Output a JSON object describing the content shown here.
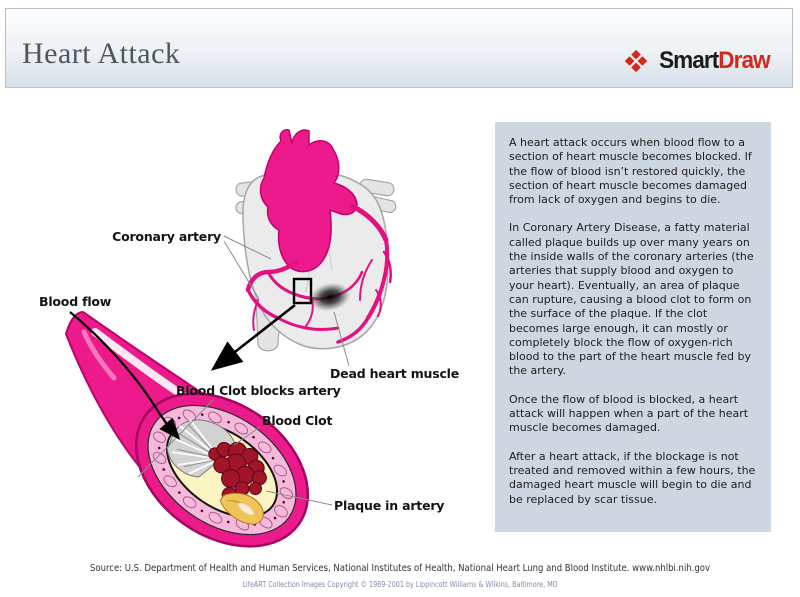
{
  "header": {
    "title": "Heart Attack",
    "logo": {
      "icon": "four-diamonds-icon",
      "brand_first": "Smart",
      "brand_second": "Draw",
      "accent_color": "#d6281a"
    }
  },
  "diagram": {
    "labels": {
      "coronary_artery": "Coronary artery",
      "blood_flow": "Blood flow",
      "clot_blocks": "Blood Clot blocks artery",
      "blood_clot": "Blood Clot",
      "dead_muscle": "Dead heart muscle",
      "plaque": "Plaque in artery"
    },
    "colors": {
      "artery_pink": "#ec1a8b",
      "artery_outline": "#c4006e",
      "heart_gray": "#ebebeb",
      "media_pink": "#f6b9db",
      "plaque_yellow": "#faf4c2",
      "plaque_gold": "#f1c35b",
      "clot_red": "#a21428",
      "panel_bg": "#cdd7e1"
    }
  },
  "panel": {
    "paragraphs": [
      "A heart attack occurs when blood flow to a section of heart muscle becomes blocked. If the flow of blood isn’t restored quickly, the section of heart muscle becomes damaged from lack of oxygen and begins to die.",
      "In Coronary Artery Disease, a fatty material called plaque builds up over many years on the inside walls of the coronary arteries (the arteries that supply blood and oxygen to your heart). Eventually, an area of plaque can rupture, causing a blood clot to form on the surface of the plaque. If the clot becomes large enough, it can mostly or completely block the flow of oxygen-rich blood to the part of the heart muscle fed by the artery.",
      "Once the flow of blood is blocked, a heart attack will happen when a part of the heart muscle becomes damaged.",
      "After a heart attack, if the blockage is not treated and removed within a few hours, the damaged heart muscle will begin to die and be replaced by scar tissue."
    ]
  },
  "footer": {
    "source": "Source: U.S. Department of Health and Human Services, National Institutes of Health, National Heart Lung and Blood Institute.  www.nhlbi.nih.gov",
    "copyright": "LifeART Collection Images Copyright © 1989-2001 by Lippincott Williams & Wilkins, Baltimore, MD"
  }
}
